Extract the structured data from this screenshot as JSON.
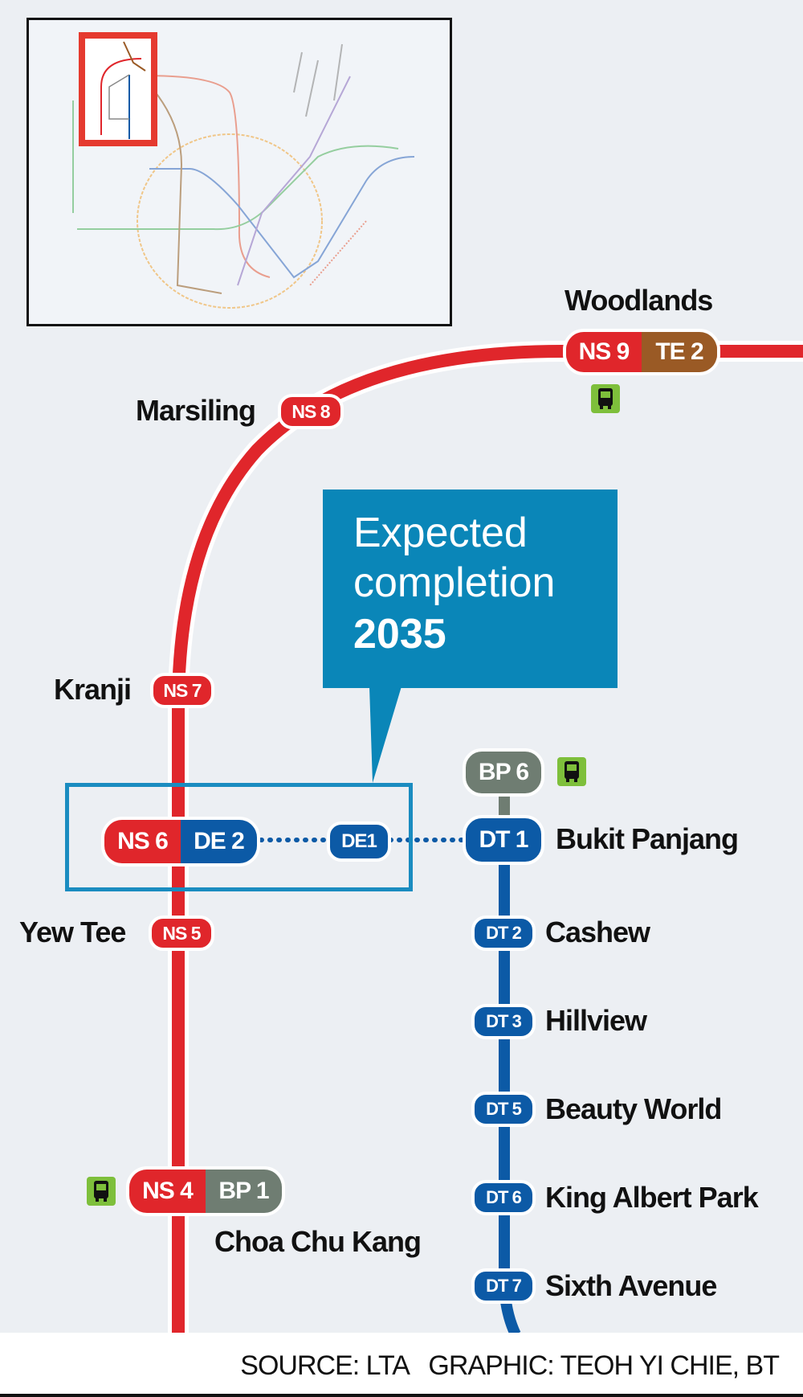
{
  "colors": {
    "ns_line": "#e0262b",
    "dt_line": "#0c5aa6",
    "te_line": "#9a5a25",
    "bp_line": "#6f7d72",
    "callout": "#0a86b8",
    "bus": "#7ebf3b"
  },
  "callout": {
    "line1": "Expected",
    "line2": "completion",
    "year": "2035"
  },
  "stations": {
    "woodlands": {
      "name": "Woodlands",
      "codes": [
        "NS 9",
        "TE 2"
      ]
    },
    "marsiling": {
      "name": "Marsiling",
      "code": "NS 8"
    },
    "kranji": {
      "name": "Kranji",
      "code": "NS 7"
    },
    "ns6": {
      "codes": [
        "NS 6",
        "DE 2"
      ]
    },
    "de1": {
      "code": "DE1"
    },
    "bukit_panjang": {
      "name": "Bukit Panjang",
      "code": "DT 1",
      "bp_code": "BP 6"
    },
    "yew_tee": {
      "name": "Yew Tee",
      "code": "NS 5"
    },
    "cashew": {
      "name": "Cashew",
      "code": "DT 2"
    },
    "hillview": {
      "name": "Hillview",
      "code": "DT 3"
    },
    "beauty_world": {
      "name": "Beauty World",
      "code": "DT 5"
    },
    "king_albert_park": {
      "name": "King Albert Park",
      "code": "DT 6"
    },
    "sixth_avenue": {
      "name": "Sixth Avenue",
      "code": "DT 7"
    },
    "choa_chu_kang": {
      "name": "Choa Chu Kang",
      "codes": [
        "NS 4",
        "BP 1"
      ]
    }
  },
  "icons": {
    "bus": "bus-icon"
  },
  "footer": {
    "credit": "SOURCE: LTA   GRAPHIC: TEOH YI CHIE, BT"
  }
}
